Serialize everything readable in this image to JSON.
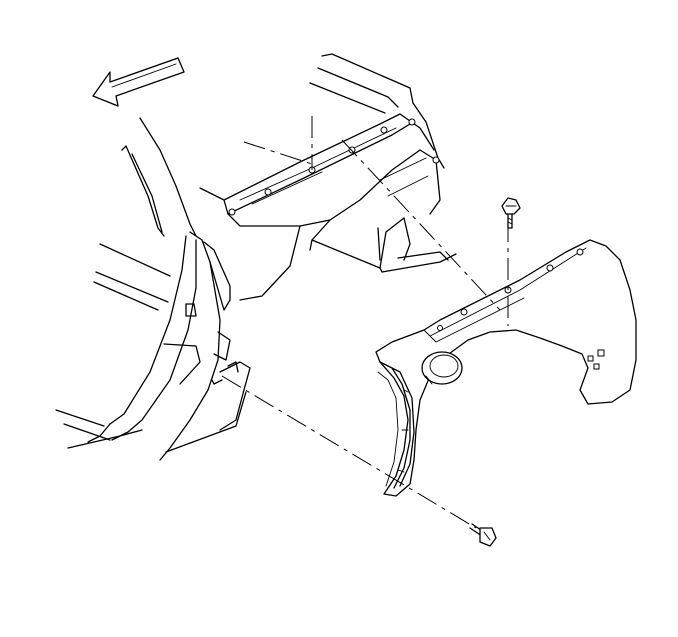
{
  "diagram": {
    "type": "exploded-view line illustration",
    "colors": {
      "line": "#000000",
      "background": "#ffffff"
    },
    "parts": [
      {
        "name": "forward-direction-arrow",
        "icon": "arrow-left-icon"
      },
      {
        "name": "trunk-floor-rear-compartment-pan"
      },
      {
        "name": "wheelhouse-inner-body-structure"
      },
      {
        "name": "rear-quarter-panel-outer"
      },
      {
        "name": "fuel-filler-door-opening"
      },
      {
        "name": "upper-bolt-fastener",
        "icon": "bolt-icon"
      },
      {
        "name": "lower-bolt-fastener",
        "icon": "bolt-icon"
      }
    ],
    "labels": []
  }
}
